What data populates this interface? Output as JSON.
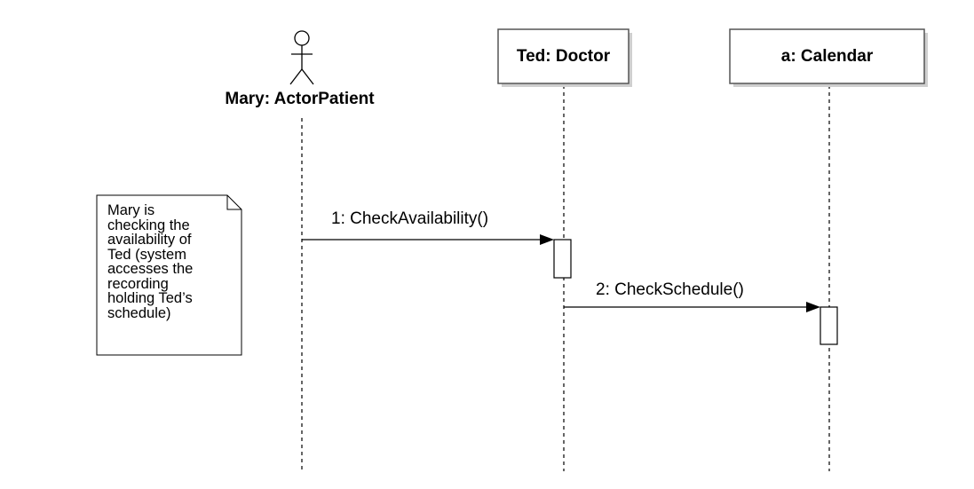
{
  "diagram": {
    "type": "uml-sequence",
    "lifelines": [
      {
        "id": "mary",
        "name": "Mary: ActorPatient",
        "kind": "actor"
      },
      {
        "id": "ted",
        "name": "Ted: Doctor",
        "kind": "object"
      },
      {
        "id": "calendar",
        "name": "a: Calendar",
        "kind": "object"
      }
    ],
    "messages": [
      {
        "from": "mary",
        "to": "ted",
        "label": "1: CheckAvailability()"
      },
      {
        "from": "ted",
        "to": "calendar",
        "label": "2: CheckSchedule()"
      }
    ],
    "note": {
      "lines": [
        "Mary is",
        "checking the",
        "availability of",
        "Ted (system",
        "accesses the",
        "recording",
        "holding Ted’s",
        "schedule)"
      ]
    },
    "colors": {
      "line": "#000000",
      "box_border": "#555555",
      "shadow": "#cfcfcf",
      "background": "#ffffff"
    }
  }
}
